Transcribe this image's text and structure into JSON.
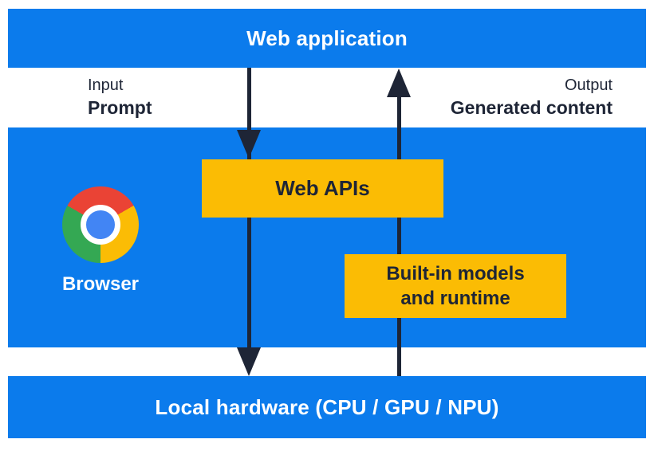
{
  "diagram_title": "Web application to local hardware AI flow",
  "colors": {
    "blue": "#0b7bec",
    "yellow": "#fbbc04",
    "ink": "#1e2536",
    "white": "#ffffff",
    "chrome_red": "#ea4335",
    "chrome_green": "#34a853",
    "chrome_yellow": "#fbbc05",
    "chrome_blue": "#4285f4"
  },
  "top_bar": {
    "label": "Web application"
  },
  "io": {
    "input_label": "Input",
    "input_value": "Prompt",
    "output_label": "Output",
    "output_value": "Generated content"
  },
  "browser": {
    "label": "Browser",
    "logo": "chrome-logo"
  },
  "boxes": {
    "web_apis": "Web APIs",
    "builtin_line1": "Built-in models",
    "builtin_line2": "and runtime"
  },
  "bottom_bar": {
    "label": "Local hardware (CPU / GPU / NPU)"
  },
  "arrows": {
    "down": "prompt flows from web application through Web APIs to local hardware",
    "up": "generated content flows from local hardware through built-in models and runtime to web application"
  }
}
